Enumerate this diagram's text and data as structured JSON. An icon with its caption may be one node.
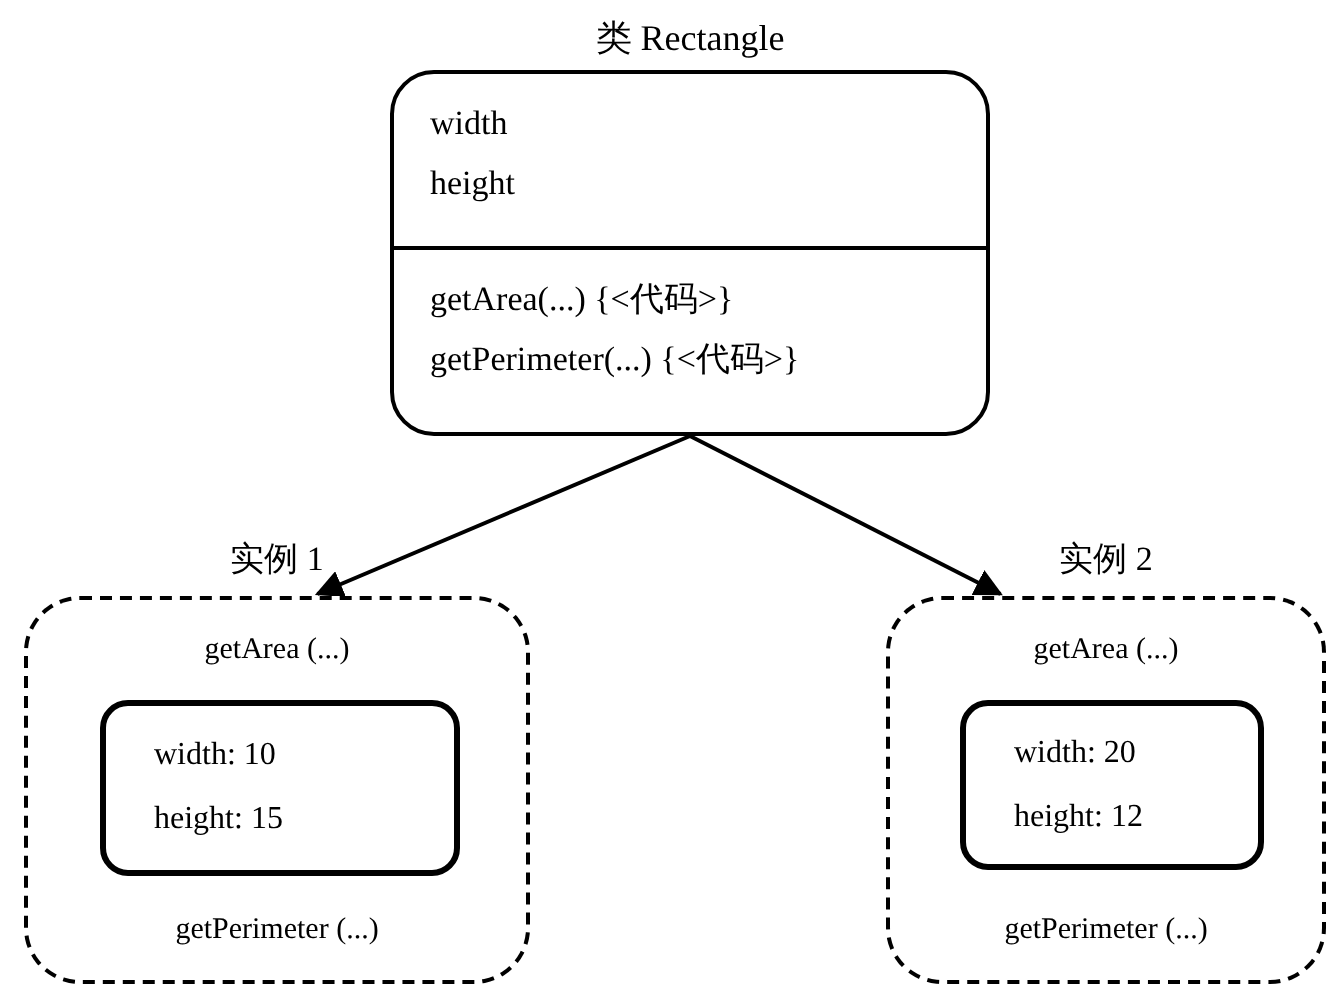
{
  "diagram": {
    "nodes": [
      {
        "text": [
          "类 Rectangle",
          "width",
          "height",
          "getArea(...) {<代码>}",
          "getPerimeter(...) {<代码>}"
        ]
      },
      {
        "text": [
          "实例 1",
          "getArea (...)",
          "getPerimeter (...)"
        ]
      },
      {
        "text": [
          "width: 10",
          "height: 15"
        ],
        "in": 1
      },
      {
        "text": [
          "实例 2",
          "getArea (...)",
          "getPerimeter (...)"
        ]
      },
      {
        "text": [
          "width: 20",
          "height: 12"
        ],
        "in": 3
      }
    ],
    "edges": [
      {
        "from": 0,
        "to": 1,
        "arrow": "to"
      },
      {
        "from": 0,
        "to": 3,
        "arrow": "to"
      }
    ]
  }
}
